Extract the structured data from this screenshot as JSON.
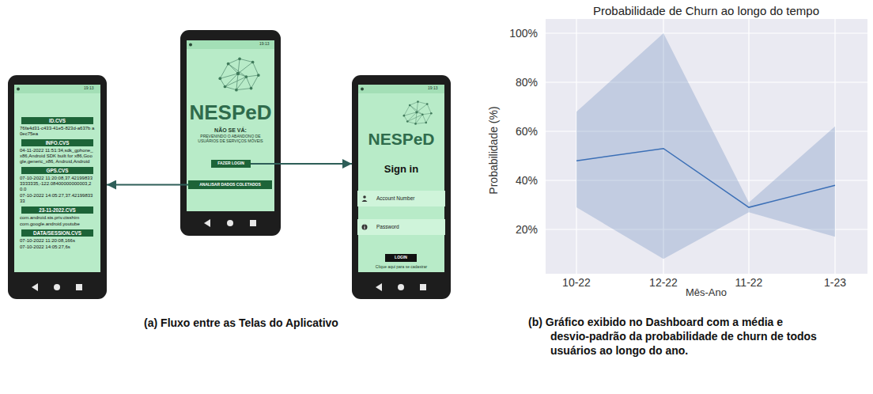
{
  "diagram": {
    "nodes": [
      {
        "text": [
          "19:13",
          "76fa4d31-c433-41e5-823d-a637b a0ec75ea",
          "04-11-2022 11:51:34,sdk_gphone_x86,Android SDK built for x86,Google,generic_x86, Android,Android",
          "07-10-2022 11:20:08,37.421998333333335,-122.08400000000003,20.0",
          "07-10-2022 14:05:27,37.4219983333",
          "com.android.sts.priv.ctsshim",
          "com.google.android.youtube",
          "07-10-2022 11:20:08,166s",
          "07-10-2022 14:05:27,6s"
        ]
      },
      {
        "text": [
          "ID.CVS"
        ],
        "in": 0
      },
      {
        "text": [
          "INFO.CVS"
        ],
        "in": 0
      },
      {
        "text": [
          "GPS.CVS"
        ],
        "in": 0
      },
      {
        "text": [
          "23-11-2022.CVS"
        ],
        "in": 0
      },
      {
        "text": [
          "DATA/SESSION.CVS"
        ],
        "in": 0
      },
      {
        "text": [
          "19:13",
          "NESPeD",
          "NÃO SE VÁ:",
          "PREVENINDO O ABANDONO DE USUÁRIOS DE SERVIÇOS MÓVEIS"
        ]
      },
      {
        "text": [
          "FAZER LOGIN"
        ],
        "in": 6
      },
      {
        "text": [
          "ANALISAR DADOS COLETADOS"
        ],
        "in": 6
      },
      {
        "text": [
          "19:13",
          "NESPeD",
          "Sign in",
          "Clique aqui para se cadastrar"
        ]
      },
      {
        "text": [
          "Account Number"
        ],
        "in": 9
      },
      {
        "text": [
          "Password"
        ],
        "in": 9
      },
      {
        "text": [
          "LOGIN"
        ],
        "in": 9
      }
    ],
    "edges": [
      {
        "from": 7,
        "to": 9,
        "arrow": "to"
      },
      {
        "from": 8,
        "to": 0,
        "arrow": "to"
      }
    ],
    "labels": [
      "Probabilidade de Churn ao longo do tempo",
      "100%",
      "80%",
      "60%",
      "40%",
      "20%",
      "Probabilidade (%)",
      "10-22",
      "12-22",
      "11-22",
      "1-23",
      "Mês-Ano",
      "(a) Fluxo entre as Telas do Aplicativo",
      "(b) Gráfico exibido no Dashboard com a média e desvio-padrão da probabilidade de churn de todos usuários ao longo do ano."
    ]
  }
}
